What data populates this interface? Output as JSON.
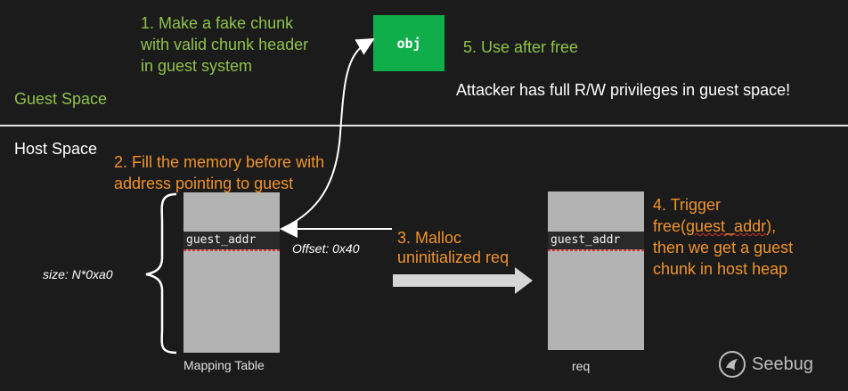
{
  "guest": {
    "section_label": "Guest Space",
    "step1_line1": "1. Make a fake chunk",
    "step1_line2": "with valid chunk header",
    "step1_line3": "in guest system",
    "obj_label": "obj",
    "step5": "5. Use after free",
    "attacker_note": "Attacker has full R/W privileges in guest space!"
  },
  "host": {
    "section_label": "Host Space",
    "step2_line1": "2. Fill the memory before with",
    "step2_line2": "address pointing to guest",
    "size_label": "size: N*0xa0",
    "mapping_addr": "guest_addr",
    "mapping_caption": "Mapping Table",
    "offset_label": "Offset: 0x40",
    "step3_line1": "3. Malloc",
    "step3_line2": "uninitialized req",
    "req_addr": "guest_addr",
    "req_caption": "req",
    "step4_line1": "4. Trigger",
    "step4_free_prefix": "free(",
    "step4_free_arg": "guest_addr",
    "step4_free_suffix": "),",
    "step4_line3": "then we get a guest",
    "step4_line4": "chunk in host heap"
  },
  "logo": {
    "text": "Seebug",
    "icon": "seebug-bird-icon"
  },
  "colors": {
    "background": "#1b1b1b",
    "green_text": "#8fc24a",
    "orange_text": "#f0932b",
    "obj_box": "#0fae4b",
    "memory_block": "#b3b3b3"
  }
}
